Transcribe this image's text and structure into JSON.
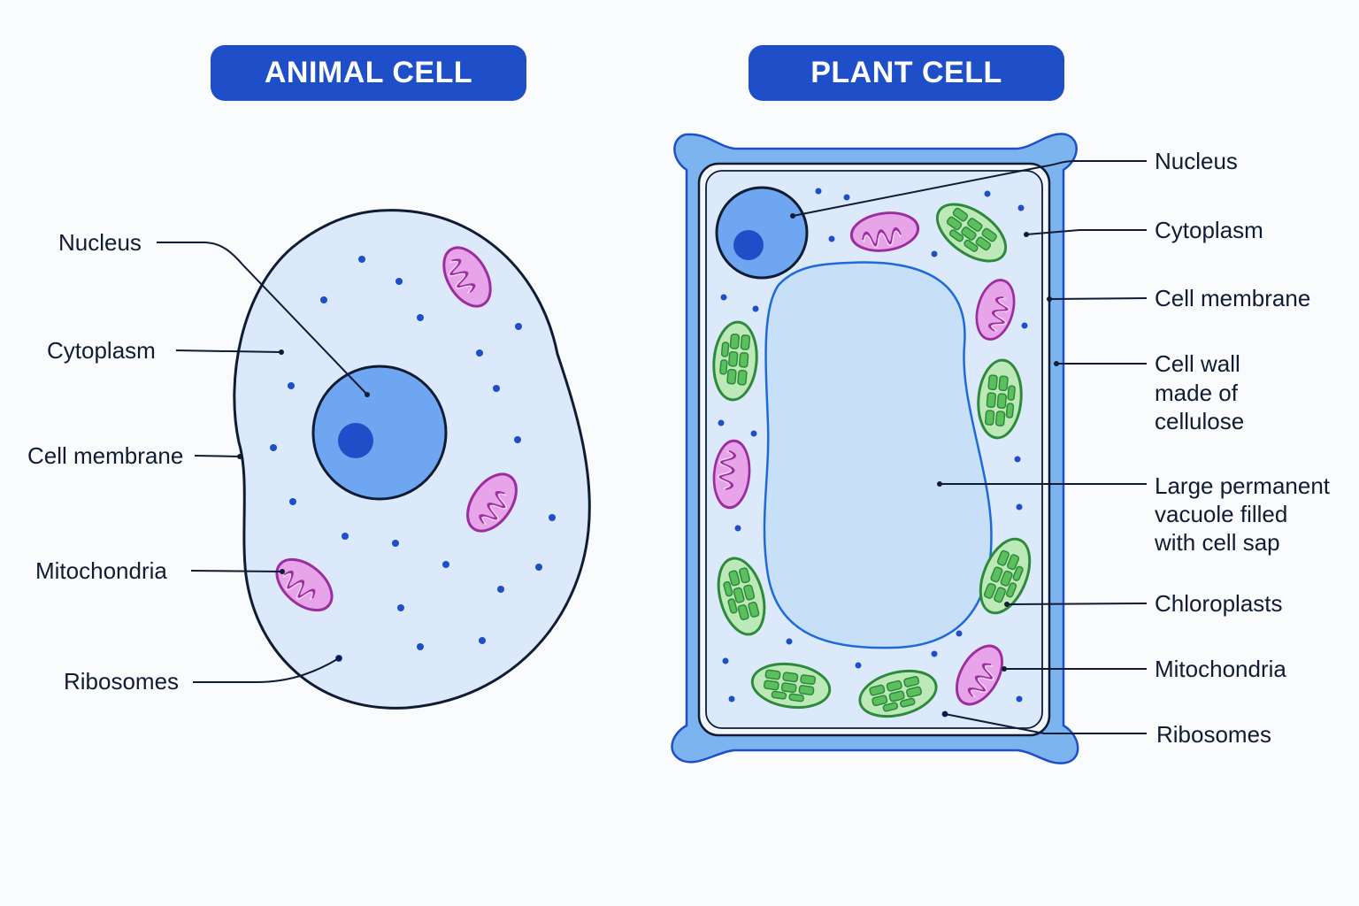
{
  "animal": {
    "title": "ANIMAL CELL",
    "labels": {
      "nucleus": "Nucleus",
      "cytoplasm": "Cytoplasm",
      "membrane": "Cell membrane",
      "mitochondria": "Mitochondria",
      "ribosomes": "Ribosomes"
    }
  },
  "plant": {
    "title": "PLANT CELL",
    "labels": {
      "nucleus": "Nucleus",
      "cytoplasm": "Cytoplasm",
      "membrane": "Cell membrane",
      "wall_1": "Cell wall",
      "wall_2": "made of",
      "wall_3": "cellulose",
      "vacuole_1": "Large permanent",
      "vacuole_2": "vacuole filled",
      "vacuole_3": "with cell sap",
      "chloroplasts": "Chloroplasts",
      "mitochondria": "Mitochondria",
      "ribosomes": "Ribosomes"
    }
  },
  "colors": {
    "title_bg": "#1e4fc8",
    "outline": "#0f1c33",
    "cytoplasm": "#dbe9fb",
    "nucleus": "#6fa6f2",
    "nucleolus": "#1e4fc8",
    "ribosome": "#1e4fc8",
    "mitochondria": "#e7a4e8",
    "chloroplast": "#8fd68c",
    "cell_wall": "#7cb4ef",
    "vacuole": "#c7e0f8"
  }
}
